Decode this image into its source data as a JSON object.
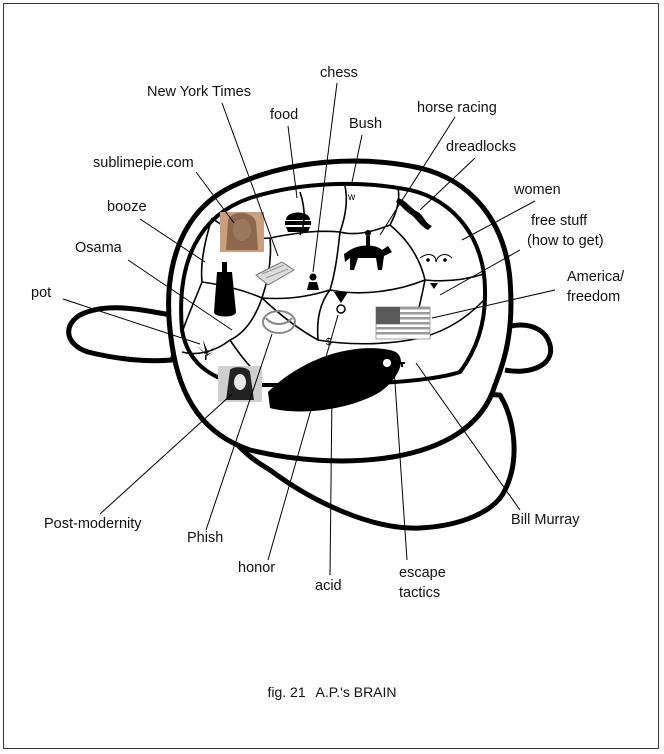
{
  "labels": {
    "chess": "chess",
    "new_york_times": "New York Times",
    "food": "food",
    "bush": "Bush",
    "horse_racing": "horse racing",
    "dreadlocks": "dreadlocks",
    "sublimepie": "sublimepie.com",
    "women": "women",
    "booze": "booze",
    "free_stuff_1": "free stuff",
    "free_stuff_2": "(how to get)",
    "osama": "Osama",
    "america_1": "America/",
    "america_2": "freedom",
    "pot": "pot",
    "post_modernity": "Post-modernity",
    "phish": "Phish",
    "bill_murray": "Bill Murray",
    "honor": "honor",
    "acid": "acid",
    "escape_1": "escape",
    "escape_2": "tactics"
  },
  "icons": {
    "bush_w": "w",
    "dollar": "$",
    "phish_logo": "Phish"
  },
  "caption": {
    "fig": "fig. 21",
    "title": "A.P.'s BRAIN"
  }
}
